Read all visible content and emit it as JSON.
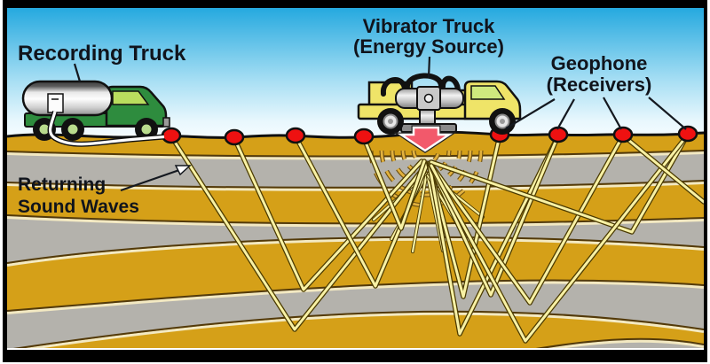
{
  "diagram": {
    "recording_truck": {
      "label": "Recording Truck"
    },
    "vibrator_truck": {
      "label_line1": "Vibrator Truck",
      "label_line2": "(Energy Source)"
    },
    "geophones": {
      "label_line1": "Geophone",
      "label_line2": "(Receivers)",
      "count": 8
    },
    "returning_waves": {
      "label_line1": "Returning",
      "label_line2": "Sound Waves"
    }
  },
  "colors": {
    "frame_black": "#000000",
    "sky_top": "#25a9df",
    "sky_bottom": "#f8fdff",
    "layer_gold": "#d5a018",
    "layer_gray": "#b4b2ac",
    "ray_fill": "#f8f1a4",
    "ray_outline": "#4a3a00",
    "geophone_red": "#ee1111",
    "energy_arrow_pink": "#f2596b",
    "recording_truck_green": "#2e8c3e",
    "vibrator_truck_yellow": "#efe468",
    "tank_silver": "#e9e9e9",
    "cable_white": "#ffffff",
    "label_text": "#10141c"
  }
}
